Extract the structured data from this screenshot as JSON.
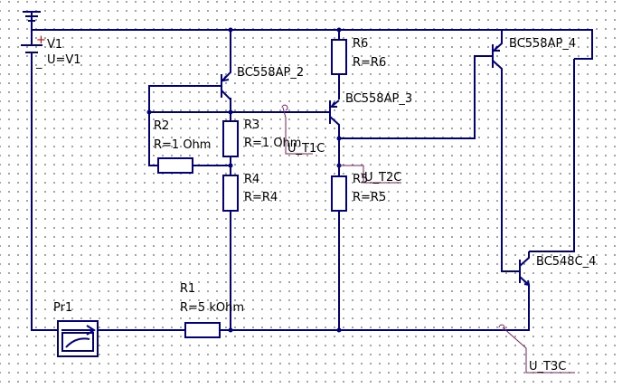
{
  "schematic": {
    "components": {
      "v1": {
        "name": "V1",
        "value": "U=V1",
        "plus": "+",
        "minus": "_"
      },
      "r1": {
        "name": "R1",
        "value": "R=5 kOhm"
      },
      "r2": {
        "name": "R2",
        "value": "R=1 Ohm"
      },
      "r3": {
        "name": "R3",
        "value": "R=1 Ohm"
      },
      "r4": {
        "name": "R4",
        "value": "R=R4"
      },
      "r5": {
        "name": "R5",
        "value": "R=R5"
      },
      "r6": {
        "name": "R6",
        "value": "R=R6"
      },
      "q2": {
        "name": "BC558AP_2"
      },
      "q3": {
        "name": "BC558AP_3"
      },
      "q4": {
        "name": "BC558AP_4"
      },
      "q5": {
        "name": "BC548C_4"
      },
      "probe": {
        "name": "Pr1"
      }
    },
    "node_labels": {
      "t1c": "U_T1C",
      "t2c": "U_T2C",
      "t3c": "U_T3C"
    },
    "colors": {
      "wire": "#00007a",
      "label_line": "#7a1f5e",
      "grid_dot": "#8a8a8a"
    }
  }
}
